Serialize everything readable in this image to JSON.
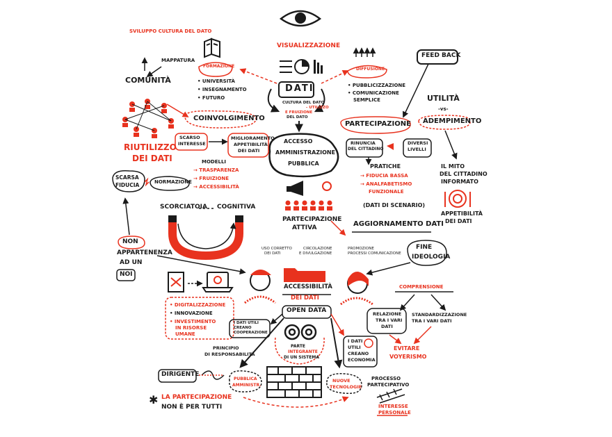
{
  "colors": {
    "ink": "#1a1a1a",
    "accent": "#e8321e",
    "background": "#ffffff"
  },
  "icons": [
    "eye-icon",
    "list-icon",
    "pie-chart-icon",
    "book-icon",
    "upward-arrows-icon",
    "people-network-icon",
    "megaphone-icon",
    "audience-icon",
    "laptop-icon",
    "document-icon",
    "person-icon",
    "folder-icon",
    "gears-icon",
    "brick-wall-icon",
    "euro-icon",
    "plate-icon",
    "ladder-icon",
    "magnet-icon"
  ],
  "labels": {
    "sviluppo": "Sviluppo cultura del dato",
    "mappatura": "Mappatura",
    "comunita": "Comunità",
    "formazione": "formazione",
    "universita": "• Università",
    "insegnamento": "• Insegnamento",
    "futuro": "• Futuro",
    "visualizzazione": "Visualizzazione",
    "dati": "DATI",
    "cultura_dato": "Cultura del dato",
    "utilizzo": "- utilizzo",
    "fruizione": "e fruizione",
    "del_dato": "del dato",
    "diffusione": "diffusione",
    "pubblicizzazione": "• Pubblicizzazione",
    "comunicazione": "• Comunicazione",
    "semplice": "semplice",
    "feedback": "Feed back",
    "utilita": "Utilità",
    "vs": "-vs-",
    "adempimento": "Adempimento",
    "riutilizzo": "Riutilizzo",
    "dei_dati": "dei dati",
    "coinvolgimento": "Coinvolgimento",
    "scarso": "Scarso",
    "interesse": "interesse",
    "miglioramento": "Miglioramento",
    "appetibilita_dei_dati_s": "appetibilità",
    "dei_dati_s": "dei dati",
    "modelli": "Modelli",
    "trasparenza": "→ Trasparenza",
    "fruizione2": "→ Fruizione",
    "accessibilita2": "→ Accessibilità",
    "accesso": "Accesso",
    "amministrazione": "Amministrazione",
    "pubblica": "pubblica",
    "partecipazione": "Partecipazione",
    "rinuncia": "Rinuncia",
    "del_cittadino": "del cittadino",
    "diversi": "Diversi",
    "livelli": "livelli",
    "pratiche": "Pratiche",
    "fiducia_bassa": "→ Fiducia bassa",
    "analfabetismo": "→ Analfabetismo",
    "funzionale": "funzionale",
    "dati_scenario": "(Dati di scenario)",
    "mito1": "Il mito",
    "mito2": "del cittadino",
    "mito3": "informato",
    "appetibilita": "Appetibilità",
    "dei_dati_r": "dei dati",
    "scarsa": "Scarsa",
    "fiducia": "fiducia",
    "normazione": "Normazione",
    "scorciatoia": "Scorciatoia",
    "cognitiva": "cognitiva",
    "partecipazione_attiva": "Partecipazione",
    "attiva": "attiva",
    "aggiornamento": "Aggiornamento dati",
    "uso_corretto": "Uso corretto",
    "dei_dati_u": "dei dati",
    "circolazione": "circolazione",
    "divulgazione": "e divulgazione",
    "promozione": "promozione",
    "processi": "processi comunicazione",
    "non": "Non",
    "appartenenza": "appartenenza",
    "ad_un": "ad un",
    "noi": "noi",
    "fine": "Fine",
    "ideologia": "ideologia",
    "accessibilita_main": "Accessibilità",
    "dei_dati_main": "dei dati",
    "open_data": "Open data",
    "comprensione": "Comprensione",
    "relazione": "Relazione",
    "tra_i_vari": "tra i vari",
    "dati_rel": "dati",
    "standardizzazione": "Standardizzazione",
    "tra_vari_dati": "tra i vari dati",
    "digitalizzazione": "• Digitalizzazione",
    "innovazione": "• Innovazione",
    "investimento": "• Investimento",
    "in_risorse": "in risorse",
    "umane": "umane",
    "dati_utili_1": "i dati utili",
    "dati_utili_2": "creano",
    "dati_utili_3": "cooperazione",
    "parte": "Parte",
    "integrante": "integrante",
    "sistema": "di un sistema",
    "economia1": "i dati",
    "economia2": "utili",
    "economia3": "creano",
    "economia4": "economia",
    "evitare": "Evitare",
    "voyerismo": "voyerismo",
    "principio": "Principio",
    "responsabilita": "di responsabilità",
    "dirigente": "Dirigente",
    "pubblica_amm": "Pubblica",
    "amministrazione_s": "amministr.",
    "nuove": "Nuove",
    "tecnologie": "tecnologie",
    "processo": "Processo",
    "partecipativo": "partecipativo",
    "interesse_personale": "Interesse",
    "personale": "personale",
    "partecipazione_tutti": "La partecipazione",
    "non_per_tutti": "non è per tutti"
  }
}
